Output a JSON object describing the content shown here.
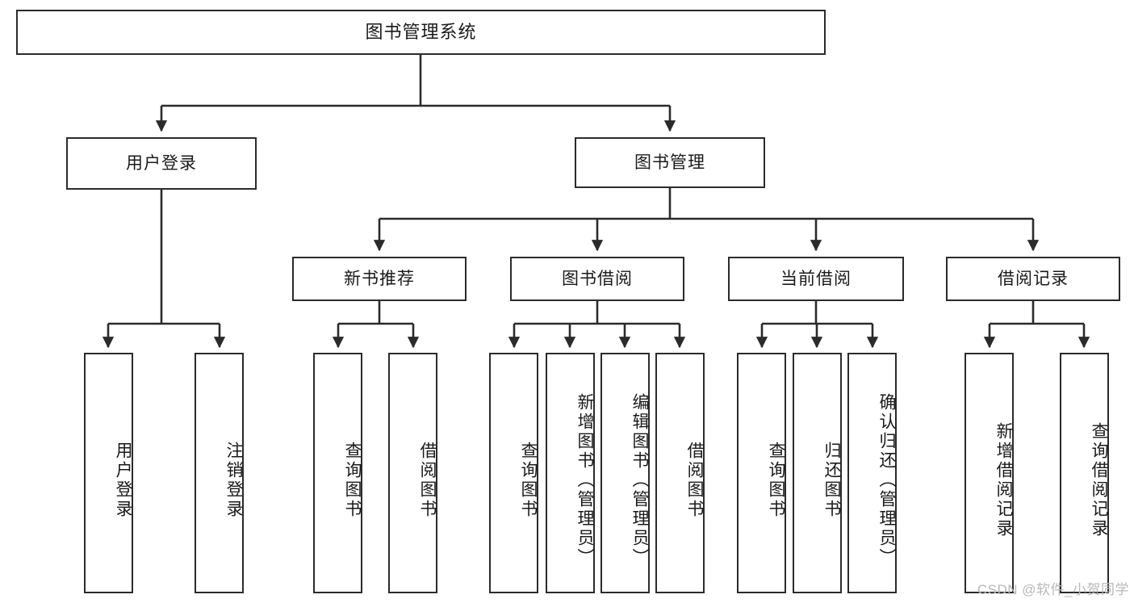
{
  "diagram": {
    "type": "tree",
    "title": "图书管理系统",
    "watermark": "CSDN @软件_小贺同学",
    "colors": {
      "box_stroke": "#2b2b2b",
      "box_fill": "#ffffff",
      "edge": "#2b2b2b",
      "text": "#1a1a1a",
      "watermark": "#b8b8b8"
    },
    "root": {
      "label": "图书管理系统"
    },
    "level2": [
      {
        "label": "用户登录"
      },
      {
        "label": "图书管理"
      }
    ],
    "level3": [
      {
        "label": "新书推荐"
      },
      {
        "label": "图书借阅"
      },
      {
        "label": "当前借阅"
      },
      {
        "label": "借阅记录"
      }
    ],
    "leaves": {
      "user_login": [
        {
          "label": "用户登录"
        },
        {
          "label": "注销登录"
        }
      ],
      "new_book_recommend": [
        {
          "label": "查询图书"
        },
        {
          "label": "借阅图书"
        }
      ],
      "book_borrow": [
        {
          "label": "查询图书"
        },
        {
          "label": "新增图书（管理员）"
        },
        {
          "label": "编辑图书（管理员）"
        },
        {
          "label": "借阅图书"
        }
      ],
      "current_borrow": [
        {
          "label": "查询图书"
        },
        {
          "label": "归还图书"
        },
        {
          "label": "确认归还（管理员）"
        }
      ],
      "borrow_record": [
        {
          "label": "新增借阅记录"
        },
        {
          "label": "查询借阅记录"
        }
      ]
    }
  }
}
